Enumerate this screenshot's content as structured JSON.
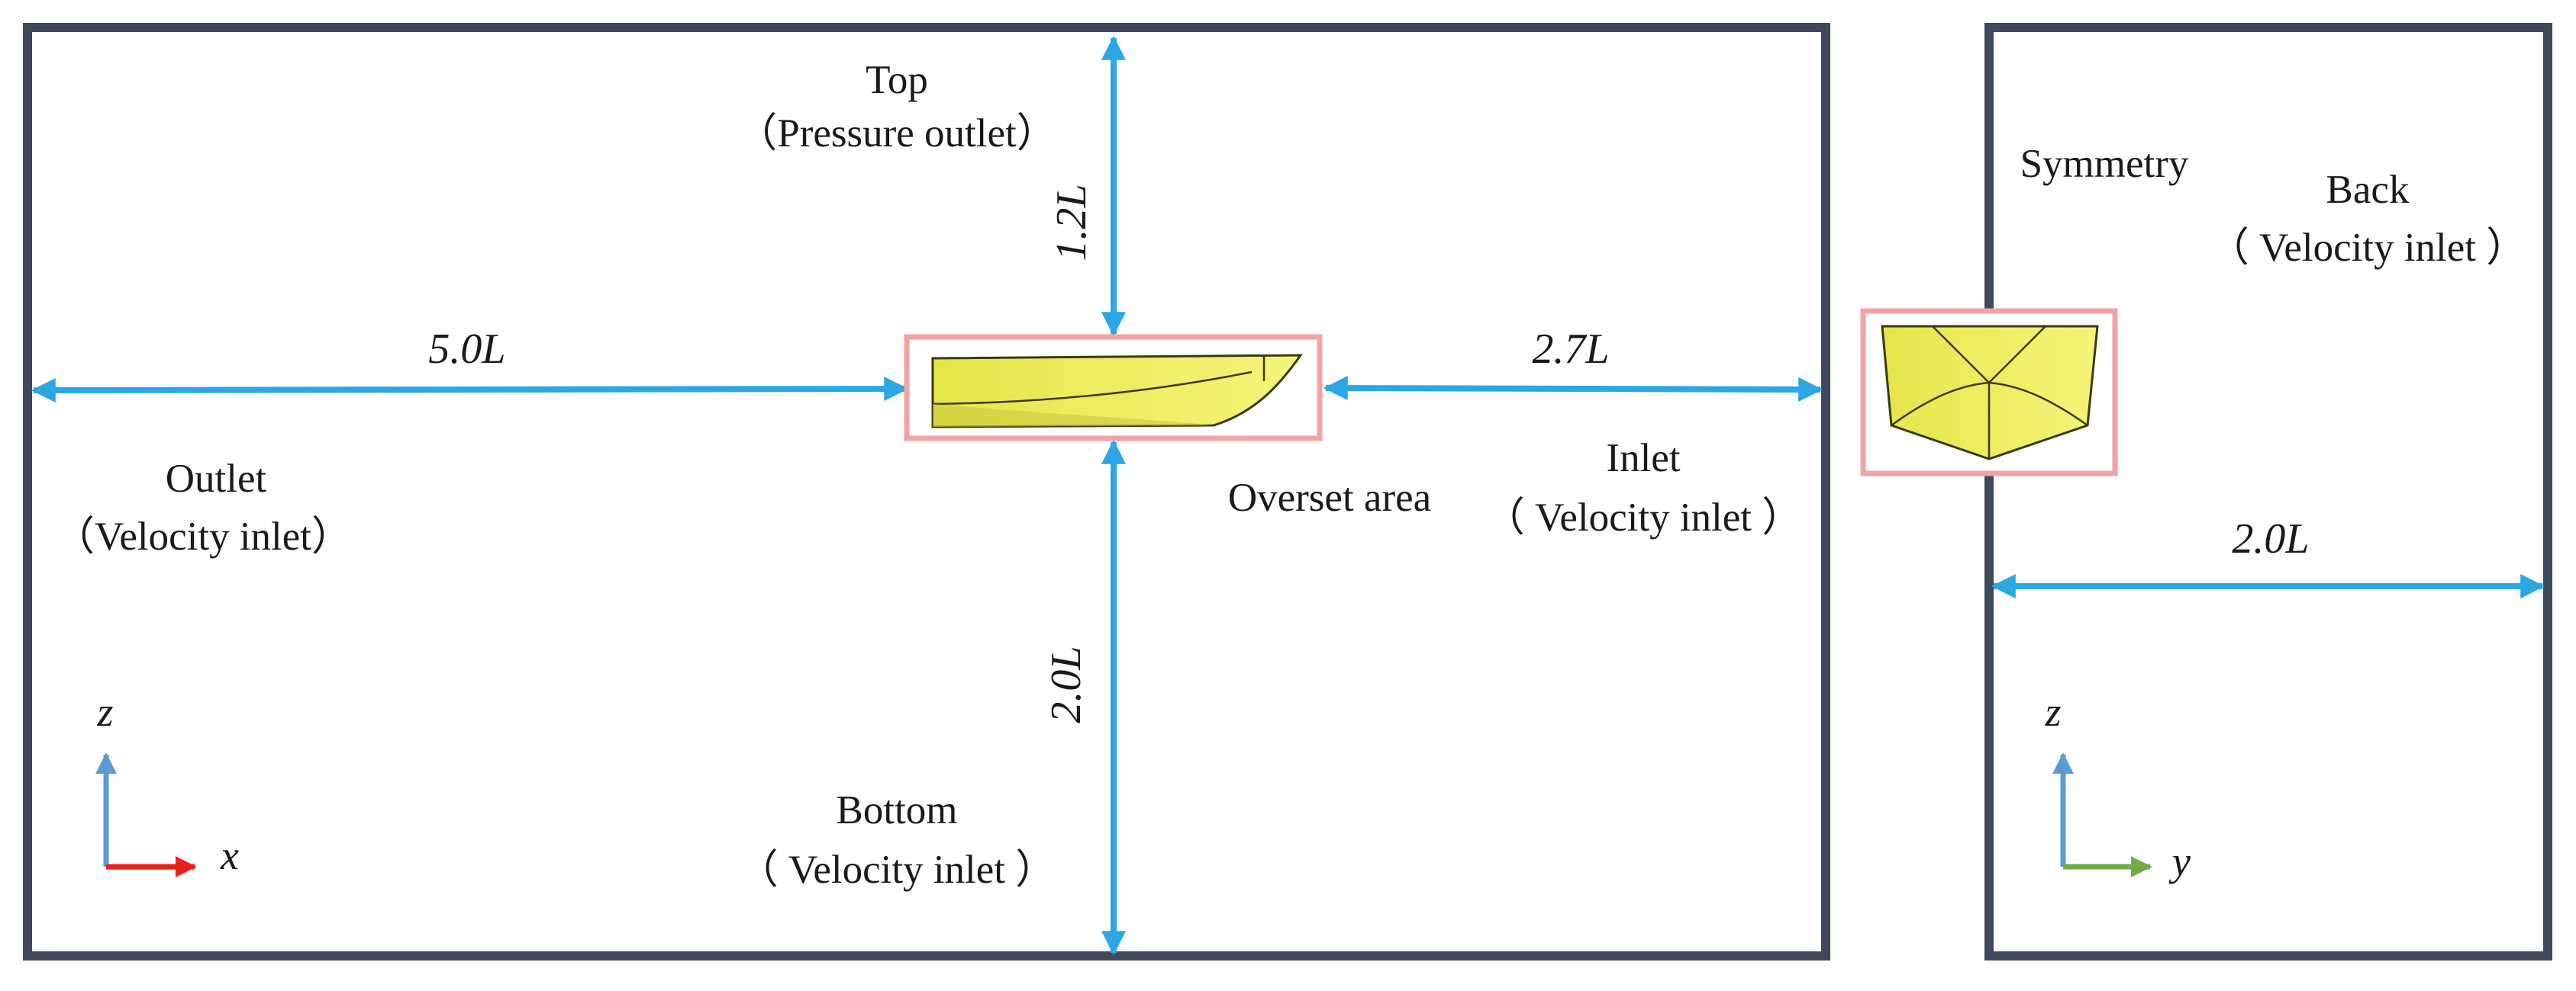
{
  "colors": {
    "frame": "#3e4a5c",
    "dimension_arrow": "#2aa7e4",
    "overset_box": "#f2a3a3",
    "hull_fill": "#eaea4c",
    "hull_edge": "#3a3a10",
    "axis_z": "#5b9bd5",
    "axis_x": "#e8201a",
    "axis_y": "#70ad47"
  },
  "side_view": {
    "top_label": "Top",
    "top_sub": "（Pressure outlet）",
    "top_dim": "1.2L",
    "outlet_dim": "5.0L",
    "inlet_dim": "2.7L",
    "bottom_dim": "2.0L",
    "outlet_label": "Outlet",
    "outlet_sub": "（Velocity inlet）",
    "inlet_label": "Inlet",
    "inlet_sub": "（ Velocity inlet ）",
    "overset_label": "Overset area",
    "bottom_label": "Bottom",
    "bottom_sub": "（ Velocity inlet ）",
    "axis_vertical": "z",
    "axis_horizontal": "x"
  },
  "front_view": {
    "symmetry_label": "Symmetry",
    "back_label": "Back",
    "back_sub": "（ Velocity inlet ）",
    "width_dim": "2.0L",
    "axis_vertical": "z",
    "axis_horizontal": "y"
  }
}
